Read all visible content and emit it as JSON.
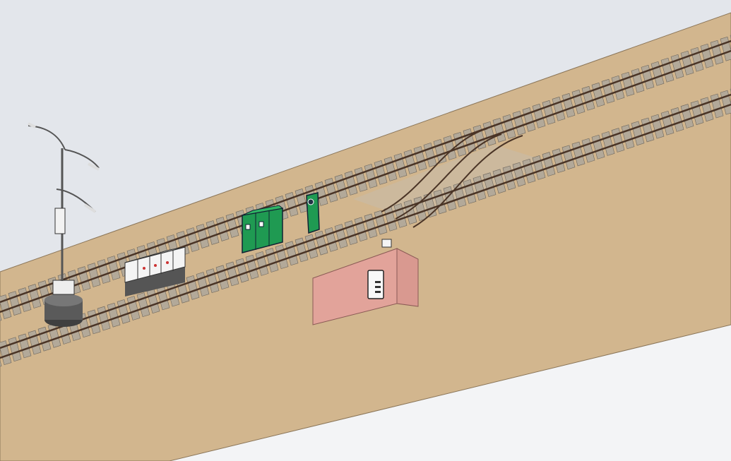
{
  "colors": {
    "sky": "#e3e6eb",
    "ground": "#d2b68e",
    "ground_edge": "#8a7558",
    "lower_floor": "#f3f4f6",
    "rail": "#4a3426",
    "sleeper": "#b3a999",
    "sleeper_edge": "#6e675d",
    "cabinet_green": "#1f9a52",
    "wall_pink": "#e2a39a",
    "pole": "#555555",
    "base": "#5a5a5a"
  },
  "icons": [
    "signal-pole",
    "relay-cabinet",
    "green-cabinet",
    "signal-post",
    "junction-box",
    "wall-panel",
    "switch-crossover"
  ]
}
